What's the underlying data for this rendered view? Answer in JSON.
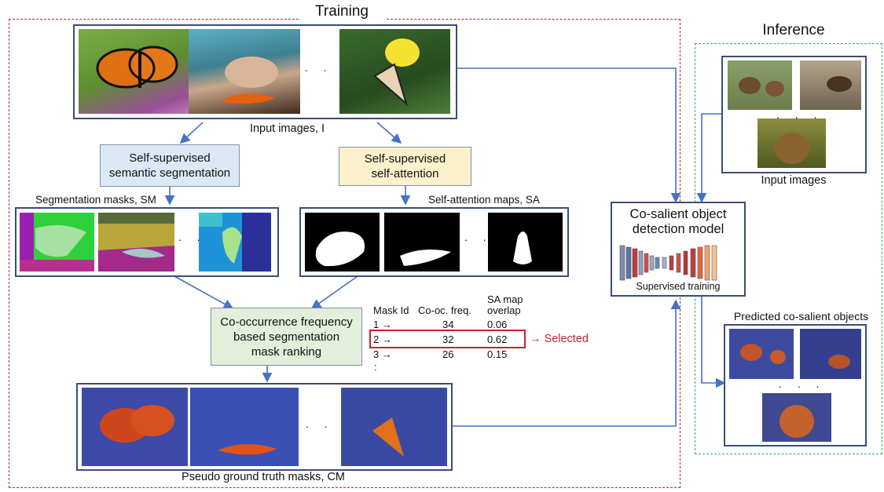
{
  "training": {
    "title": "Training",
    "input_caption": "Input images, I",
    "seg_box": "Self-supervised semantic segmentation",
    "seg_box_l1": "Self-supervised",
    "seg_box_l2": "semantic segmentation",
    "att_box_l1": "Self-supervised",
    "att_box_l2": "self-attention",
    "seg_masks_label": "Segmentation masks, SM",
    "att_maps_label": "Self-attention maps, SA",
    "rank_box_l1": "Co-occurrence frequency",
    "rank_box_l2": "based segmentation",
    "rank_box_l3": "mask ranking",
    "pseudo_caption": "Pseudo ground truth masks, CM",
    "dots": ". . ."
  },
  "table": {
    "headers": [
      "Mask Id",
      "Co-oc. freq.",
      "SA map",
      "overlap"
    ],
    "rows": [
      {
        "id": "1 →",
        "freq": "34",
        "overlap": "0.06"
      },
      {
        "id": "2 →",
        "freq": "32",
        "overlap": "0.62"
      },
      {
        "id": "3 →",
        "freq": "26",
        "overlap": "0.15"
      }
    ],
    "selected": "→ Selected",
    "more": ":"
  },
  "model": {
    "title_l1": "Co-salient object",
    "title_l2": "detection model",
    "subtitle": "Supervised training"
  },
  "inference": {
    "title": "Inference",
    "input_caption": "Input images",
    "predicted_caption": "Predicted co-salient objects",
    "dots": ". . ."
  },
  "colors": {
    "training_border": "#c0262d",
    "inference_border": "#3aa655",
    "arrow": "#4472c4",
    "seg_box_fill": "#dce8f5",
    "att_box_fill": "#fdf0cc",
    "rank_box_fill": "#e3efda",
    "selected": "#c0262d"
  }
}
